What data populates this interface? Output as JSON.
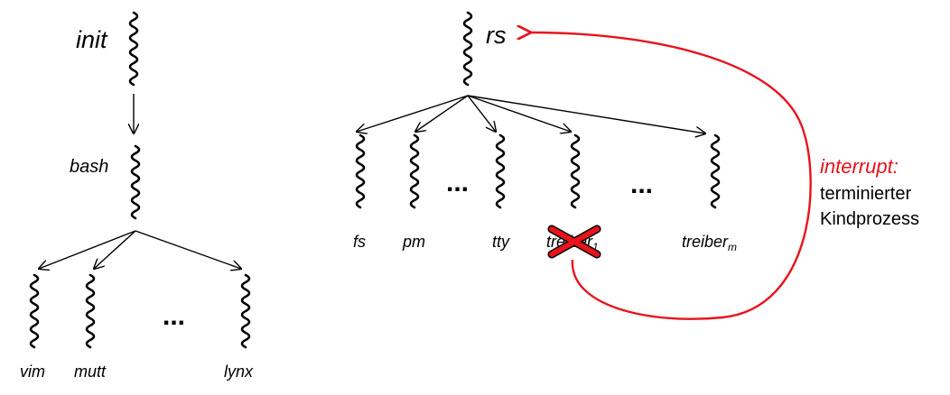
{
  "left_tree": {
    "root": "init",
    "child": "bash",
    "children": [
      "vim",
      "mutt",
      "lynx"
    ],
    "ellipsis": "..."
  },
  "right_tree": {
    "root": "rs",
    "children": [
      "fs",
      "pm",
      "tty"
    ],
    "killed_base": "treiber",
    "killed_sub": "1",
    "last_base": "treiber",
    "last_sub": "m",
    "ellipsis": "..."
  },
  "interrupt": {
    "title": "interrupt:",
    "line1": "terminierter",
    "line2": "Kindprozess"
  },
  "colors": {
    "ink": "#000000",
    "alert": "#e8131b"
  }
}
